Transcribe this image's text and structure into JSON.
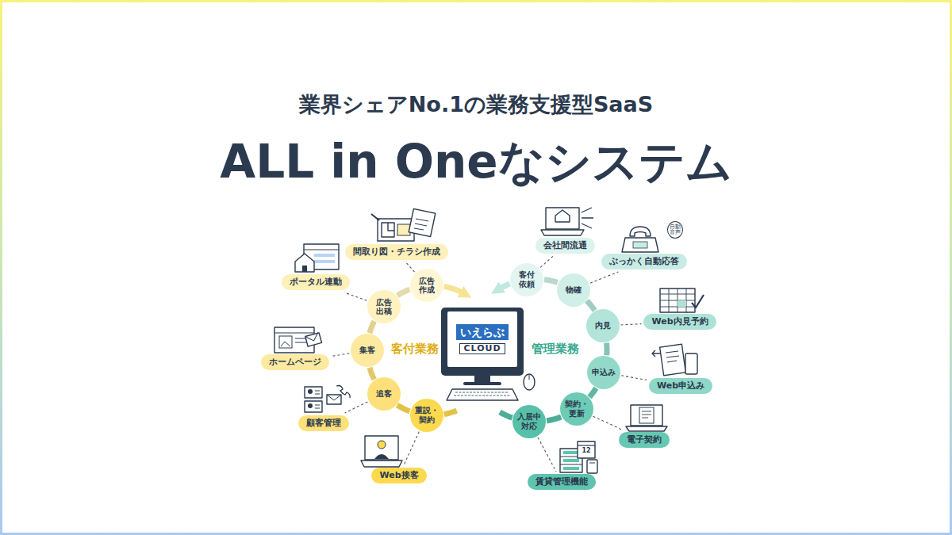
{
  "diagram": {
    "title": "ALL in Oneなシステム",
    "nodes": [
      {
        "text": [
          "いえらぶ",
          "CLOUD"
        ]
      },
      {
        "text": [
          "広告作成"
        ]
      },
      {
        "text": [
          "広告出稿"
        ]
      },
      {
        "text": [
          "集客"
        ]
      },
      {
        "text": [
          "追客"
        ]
      },
      {
        "text": [
          "重説・契約"
        ]
      },
      {
        "text": [
          "客付依頼"
        ]
      },
      {
        "text": [
          "物確"
        ]
      },
      {
        "text": [
          "内見"
        ]
      },
      {
        "text": [
          "申込み"
        ]
      },
      {
        "text": [
          "契約・更新"
        ]
      },
      {
        "text": [
          "入居中対応"
        ]
      },
      {
        "text": [
          "間取り図・チラシ作成"
        ]
      },
      {
        "text": [
          "ポータル連動"
        ]
      },
      {
        "text": [
          "ホームページ"
        ]
      },
      {
        "text": [
          "顧客管理"
        ]
      },
      {
        "text": [
          "Web接客"
        ]
      },
      {
        "text": [
          "会社間流通"
        ]
      },
      {
        "text": [
          "ぶっかく自動応答"
        ]
      },
      {
        "text": [
          "Web内見予約"
        ]
      },
      {
        "text": [
          "Web申込み"
        ]
      },
      {
        "text": [
          "電子契約"
        ]
      },
      {
        "text": [
          "賃貸管理機能"
        ]
      }
    ],
    "edges": [
      {
        "from": 5,
        "to": 4,
        "arrow": "none"
      },
      {
        "from": 4,
        "to": 3,
        "arrow": "none"
      },
      {
        "from": 3,
        "to": 2,
        "arrow": "none"
      },
      {
        "from": 2,
        "to": 1,
        "arrow": "none"
      },
      {
        "from": 11,
        "to": 10,
        "arrow": "none"
      },
      {
        "from": 10,
        "to": 9,
        "arrow": "none"
      },
      {
        "from": 9,
        "to": 8,
        "arrow": "none"
      },
      {
        "from": 8,
        "to": 7,
        "arrow": "none"
      },
      {
        "from": 7,
        "to": 6,
        "arrow": "none"
      },
      {
        "from": 1,
        "to": 12,
        "arrow": "none"
      },
      {
        "from": 2,
        "to": 13,
        "arrow": "none"
      },
      {
        "from": 3,
        "to": 14,
        "arrow": "none"
      },
      {
        "from": 4,
        "to": 15,
        "arrow": "none"
      },
      {
        "from": 5,
        "to": 16,
        "arrow": "none"
      },
      {
        "from": 6,
        "to": 17,
        "arrow": "none"
      },
      {
        "from": 7,
        "to": 18,
        "arrow": "none"
      },
      {
        "from": 8,
        "to": 19,
        "arrow": "none"
      },
      {
        "from": 9,
        "to": 20,
        "arrow": "none"
      },
      {
        "from": 10,
        "to": 21,
        "arrow": "none"
      },
      {
        "from": 11,
        "to": 22,
        "arrow": "none"
      }
    ],
    "labels": [
      "業界シェアNo.1の業務支援型SaaS",
      "客付業務",
      "管理業務",
      "自動音声",
      "12"
    ]
  }
}
